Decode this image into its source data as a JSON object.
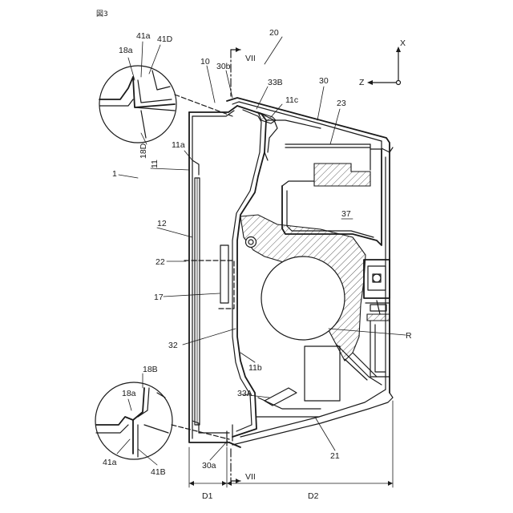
{
  "figure": {
    "title": "図3"
  },
  "labels": {
    "l18a_top": "18a",
    "l41a_top": "41a",
    "l41D": "41D",
    "lVII_top": "VII",
    "l20": "20",
    "l10": "10",
    "l30b": "30b",
    "l33B": "33B",
    "l11c": "11c",
    "l30": "30",
    "l23": "23",
    "l18D": "18D",
    "l11a": "11a",
    "l11": "11",
    "l1": "1",
    "l37": "37",
    "l12": "12",
    "l22": "22",
    "l17": "17",
    "lR": "R",
    "l32": "32",
    "l11b": "11b",
    "l18B": "18B",
    "l18a_bot": "18a",
    "l33A": "33A",
    "l41a_bot": "41a",
    "l21": "21",
    "l30a": "30a",
    "lVII_bot": "VII",
    "l41B": "41B",
    "lD1": "D1",
    "lD2": "D2"
  },
  "axes": {
    "x_label": "X",
    "z_label": "Z"
  }
}
